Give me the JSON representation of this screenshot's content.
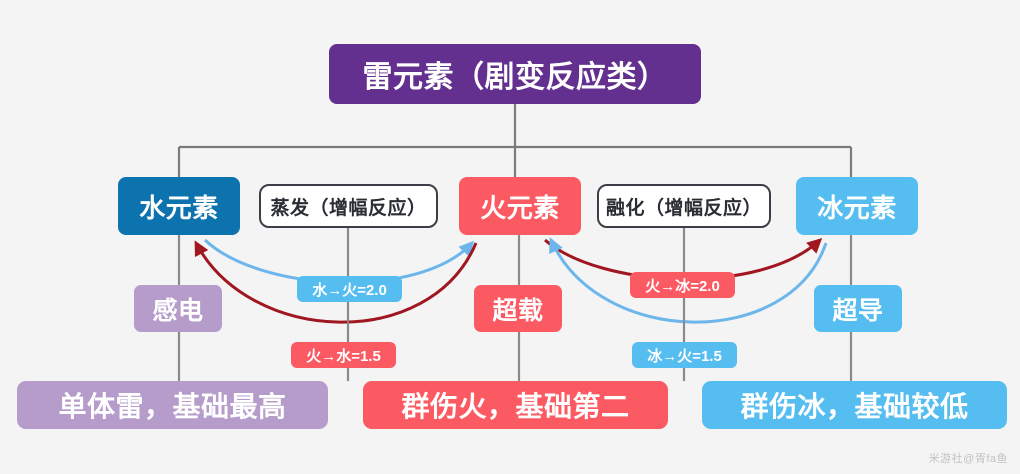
{
  "diagram": {
    "title": "雷元素（剧变反应类）",
    "elements": [
      {
        "key": "water",
        "label": "水元素",
        "color": "#0c73ae"
      },
      {
        "key": "fire",
        "label": "火元素",
        "color": "#fb5a62"
      },
      {
        "key": "ice",
        "label": "冰元素",
        "color": "#55bdef"
      }
    ],
    "amplifying": [
      {
        "key": "vaporize",
        "label": "蒸发（增幅反应）"
      },
      {
        "key": "melt",
        "label": "融化（增幅反应）"
      }
    ],
    "reactions": [
      {
        "key": "electro-charged",
        "label": "感电",
        "color": "#b69ccb"
      },
      {
        "key": "overloaded",
        "label": "超载",
        "color": "#fb5a62"
      },
      {
        "key": "superconduct",
        "label": "超导",
        "color": "#55bdef"
      }
    ],
    "multipliers": [
      {
        "key": "water-to-fire",
        "label": "水→火=2.0",
        "color": "#55bdef"
      },
      {
        "key": "fire-to-water",
        "label": "火→水=1.5",
        "color": "#fb5a62"
      },
      {
        "key": "fire-to-ice",
        "label": "火→冰=2.0",
        "color": "#fb5a62"
      },
      {
        "key": "ice-to-fire",
        "label": "冰→火=1.5",
        "color": "#55bdef"
      }
    ],
    "summaries": [
      {
        "key": "electro",
        "label": "单体雷，基础最高",
        "color": "#b69ccb"
      },
      {
        "key": "fire",
        "label": "群伤火，基础第二",
        "color": "#fb5a62"
      },
      {
        "key": "ice",
        "label": "群伤冰，基础较低",
        "color": "#55bdef"
      }
    ],
    "watermark": "米游社@胥fa鱼",
    "colors": {
      "background": "#f4f4f4",
      "title_purple": "#63308f",
      "connector_gray": "#7b7b7b",
      "arrow_blue": "#6cb6ec",
      "arrow_red": "#a01621"
    }
  }
}
